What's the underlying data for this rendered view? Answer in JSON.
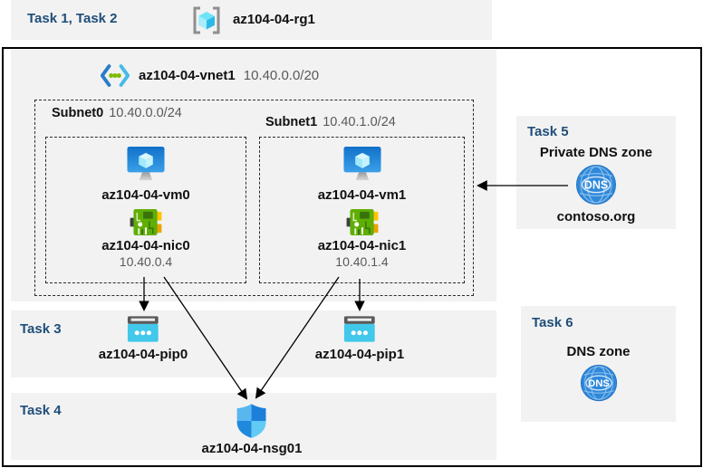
{
  "header": {
    "tasks_label": "Task 1, Task 2",
    "resource_group": "az104-04-rg1"
  },
  "vnet": {
    "name": "az104-04-vnet1",
    "cidr": "10.40.0.0/20",
    "subnets": [
      {
        "name": "Subnet0",
        "cidr": "10.40.0.0/24",
        "vm": "az104-04-vm0",
        "nic": "az104-04-nic0",
        "ip": "10.40.0.4"
      },
      {
        "name": "Subnet1",
        "cidr": "10.40.1.0/24",
        "vm": "az104-04-vm1",
        "nic": "az104-04-nic1",
        "ip": "10.40.1.4"
      }
    ]
  },
  "task3": {
    "label": "Task 3",
    "pip0": "az104-04-pip0",
    "pip1": "az104-04-pip1"
  },
  "task4": {
    "label": "Task 4",
    "nsg": "az104-04-nsg01"
  },
  "task5": {
    "label": "Task 5",
    "title": "Private DNS zone",
    "zone": "contoso.org"
  },
  "task6": {
    "label": "Task 6",
    "title": "DNS zone"
  },
  "icons": {
    "resource_group": "rg-bracket-cube-icon",
    "vnet": "vnet-chevron-dots-icon",
    "vm": "vm-monitor-cube-icon",
    "nic": "nic-circuit-board-icon",
    "pip": "public-ip-icon",
    "dns": "dns-globe-icon",
    "nsg": "nsg-shield-icon",
    "dns_text": "DNS"
  },
  "colors": {
    "task_label": "#1f4e79",
    "band_bg": "#f2f2f2",
    "muted_text": "#595959",
    "border": "#000000",
    "dns_circle": "#2f88da",
    "nic_green": "#5fae04",
    "pip_cyan": "#41c8ea",
    "nsg_light": "#59b7f0",
    "nsg_dark": "#1c7fd9"
  }
}
